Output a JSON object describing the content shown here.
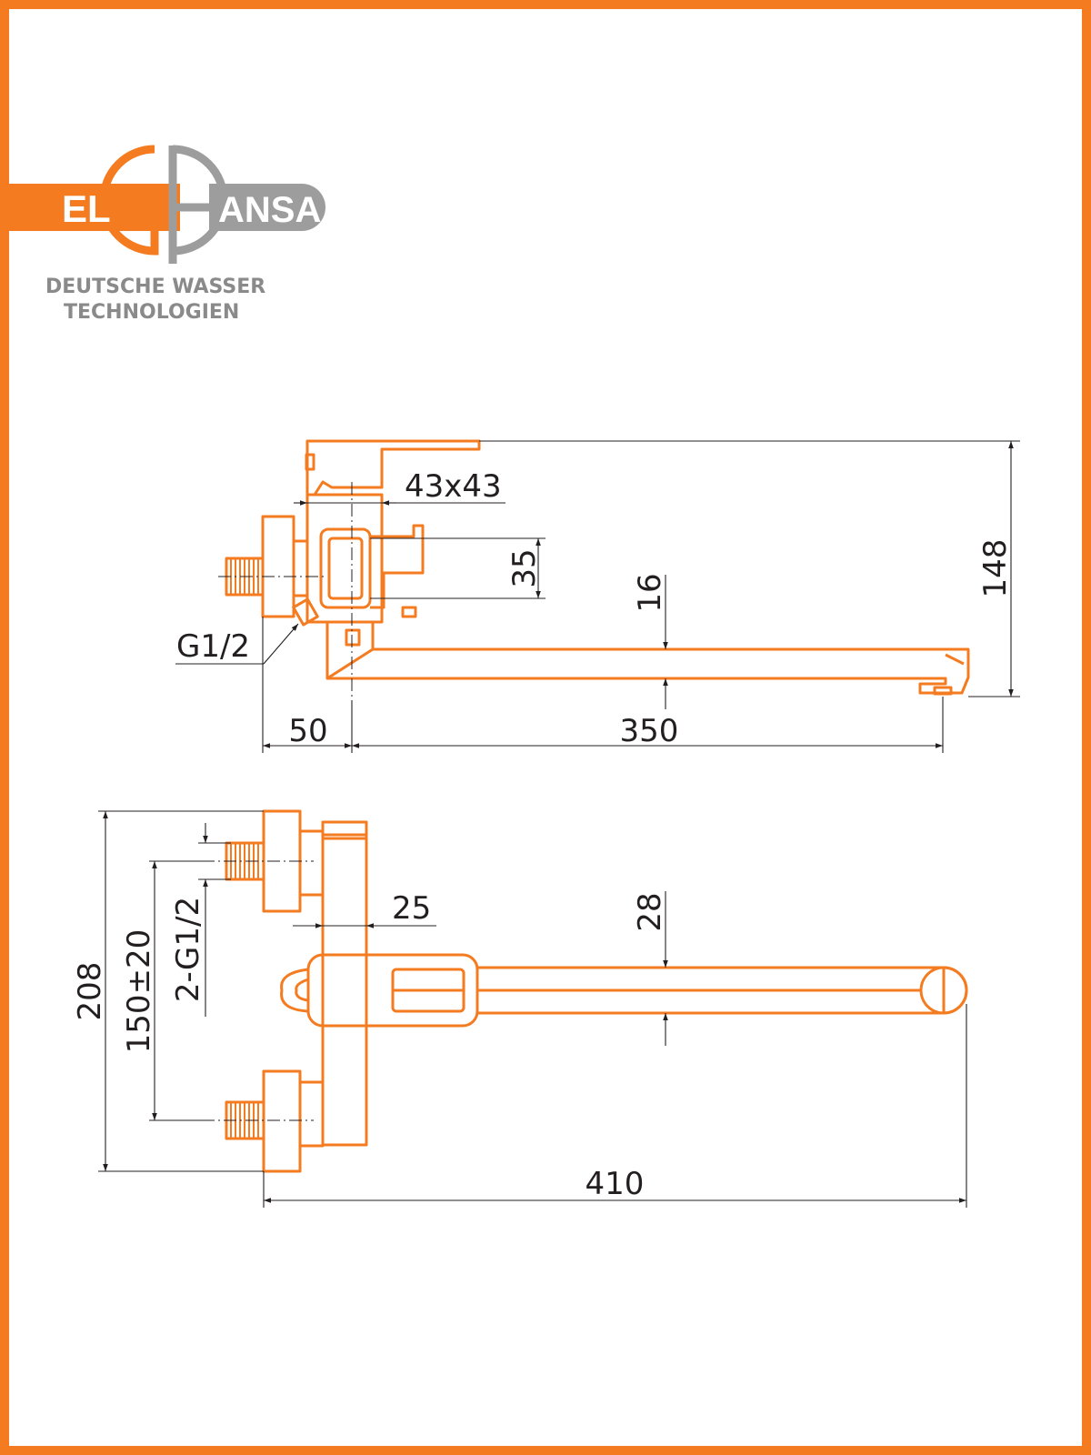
{
  "brand": {
    "logo_left": "EL",
    "logo_right": "ANSA",
    "tagline_line1": "DEUTSCHE WASSER",
    "tagline_line2": "TECHNOLOGIEN"
  },
  "colors": {
    "accent": "#f47b20",
    "logo_gray": "#9d9d9d",
    "line": "#231f20"
  },
  "side_view": {
    "dim_body": "43x43",
    "dim_handle": "35",
    "dim_spout_height": "16",
    "dim_total_height": "148",
    "dim_inlet": "G1/2",
    "dim_offset": "50",
    "dim_spout_length": "350"
  },
  "top_view": {
    "dim_total_height": "208",
    "dim_centers": "150±20",
    "dim_inlets": "2-G1/2",
    "dim_body_width": "25",
    "dim_spout_width": "28",
    "dim_total_length": "410"
  }
}
